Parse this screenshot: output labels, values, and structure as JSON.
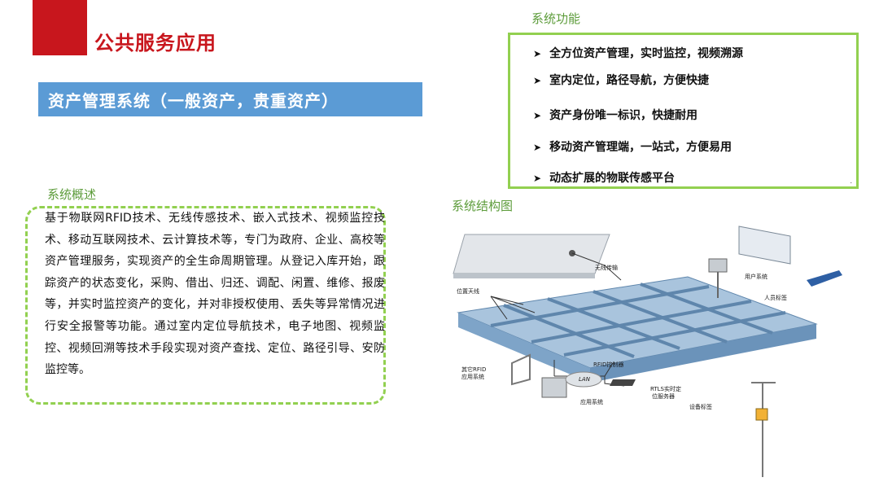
{
  "header": {
    "title": "公共服务应用",
    "subtitle": "资产管理系统（一般资产，贵重资产）"
  },
  "functions": {
    "label": "系统功能",
    "items": [
      "全方位资产管理，实时监控，视频溯源",
      "室内定位，路径导航，方便快捷",
      "资产身份唯一标识，快捷耐用",
      "移动资产管理端，一站式，方便易用",
      "动态扩展的物联传感平台"
    ]
  },
  "overview": {
    "label": "系统概述",
    "text": "基于物联网RFID技术、无线传感技术、嵌入式技术、视频监控技术、移动互联网技术、云计算技术等，专门为政府、企业、高校等资产管理服务，实现资产的全生命周期管理。从登记入库开始，跟踪资产的状态变化，采购、借出、归还、调配、闲置、维修、报废等，并实时监控资产的变化，并对非授权使用、丢失等异常情况进行安全报警等功能。通过室内定位导航技术，电子地图、视频监控、视频回溯等技术手段实现对资产查找、定位、路径引导、安防监控等。"
  },
  "structure": {
    "label": "系统结构图",
    "labels": {
      "wireless": "无线传输",
      "antenna": "位置天线",
      "user_system": "用户系统",
      "person_tag": "人员标签",
      "other_rfid_1": "其它RFID",
      "other_rfid_2": "应用系统",
      "rfid_controller": "RFID控制器",
      "lan": "LAN",
      "rtls_1": "RTLS实时定",
      "rtls_2": "位服务器",
      "app_system": "应用系统",
      "device_tag": "设备标签"
    }
  },
  "colors": {
    "accent_red": "#c8161d",
    "subtitle_bar": "#5b9bd5",
    "border_green": "#92d050",
    "label_green": "#5d9c3b"
  }
}
